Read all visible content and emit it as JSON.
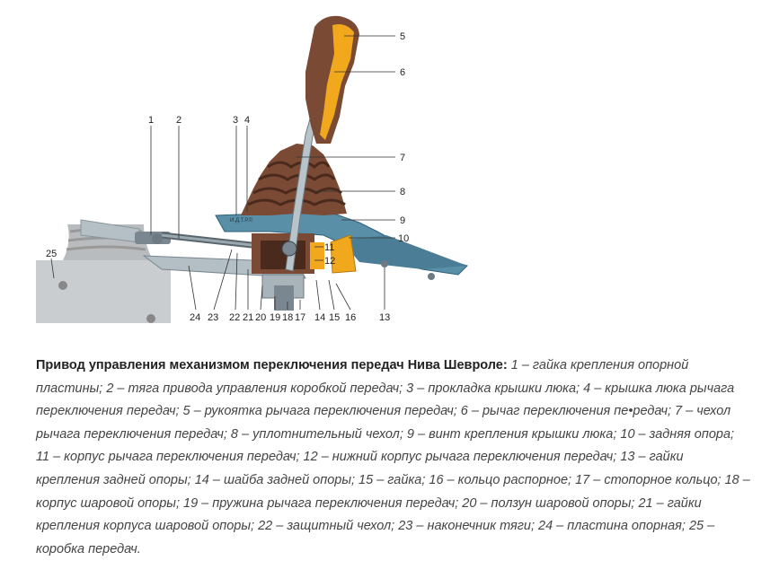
{
  "figure": {
    "watermark": "И.Д.Т.Р.©",
    "callouts": [
      "1",
      "2",
      "3",
      "4",
      "5",
      "6",
      "7",
      "8",
      "9",
      "10",
      "11",
      "12",
      "13",
      "14",
      "15",
      "16",
      "17",
      "18",
      "19",
      "20",
      "21",
      "22",
      "23",
      "24",
      "25"
    ]
  },
  "caption": {
    "title": "Привод управления механизмом переключения передач Нива Шевроле:",
    "body": "1 – гайка крепления опорной пластины; 2 – тяга привода управления коробкой передач; 3 – прокладка крышки люка; 4 – крышка люка рычага переключения передач; 5 – рукоятка рычага переключения передач; 6 – рычаг переключения пе•редач; 7 – чехол рычага переключения передач; 8 – уплотнительный чехол; 9 – винт крепления крышки люка; 10 – задняя опора; 11 – корпус рычага переключения передач; 12 – нижний корпус рычага переключения передач; 13 – гайки крепления задней опоры; 14 – шайба задней опоры; 15 – гайка; 16 – кольцо распорное; 17 – стопорное кольцо; 18 – корпус шаровой опоры; 19 – пружина рычага переключения передач; 20 – ползун шаровой опоры; 21 – гайки крепления корпуса шаровой опоры; 22 – защитный чехол; 23 – наконечник тяги; 24 – пластина опорная; 25 – коробка передач."
  },
  "colors": {
    "boot": "#7a4a35",
    "boot_dark": "#4a2a1c",
    "knob": "#f2a81d",
    "steel": "#9aa8b0",
    "plate_blue": "#5a8fa8",
    "gearbox": "#c9cdd0"
  }
}
